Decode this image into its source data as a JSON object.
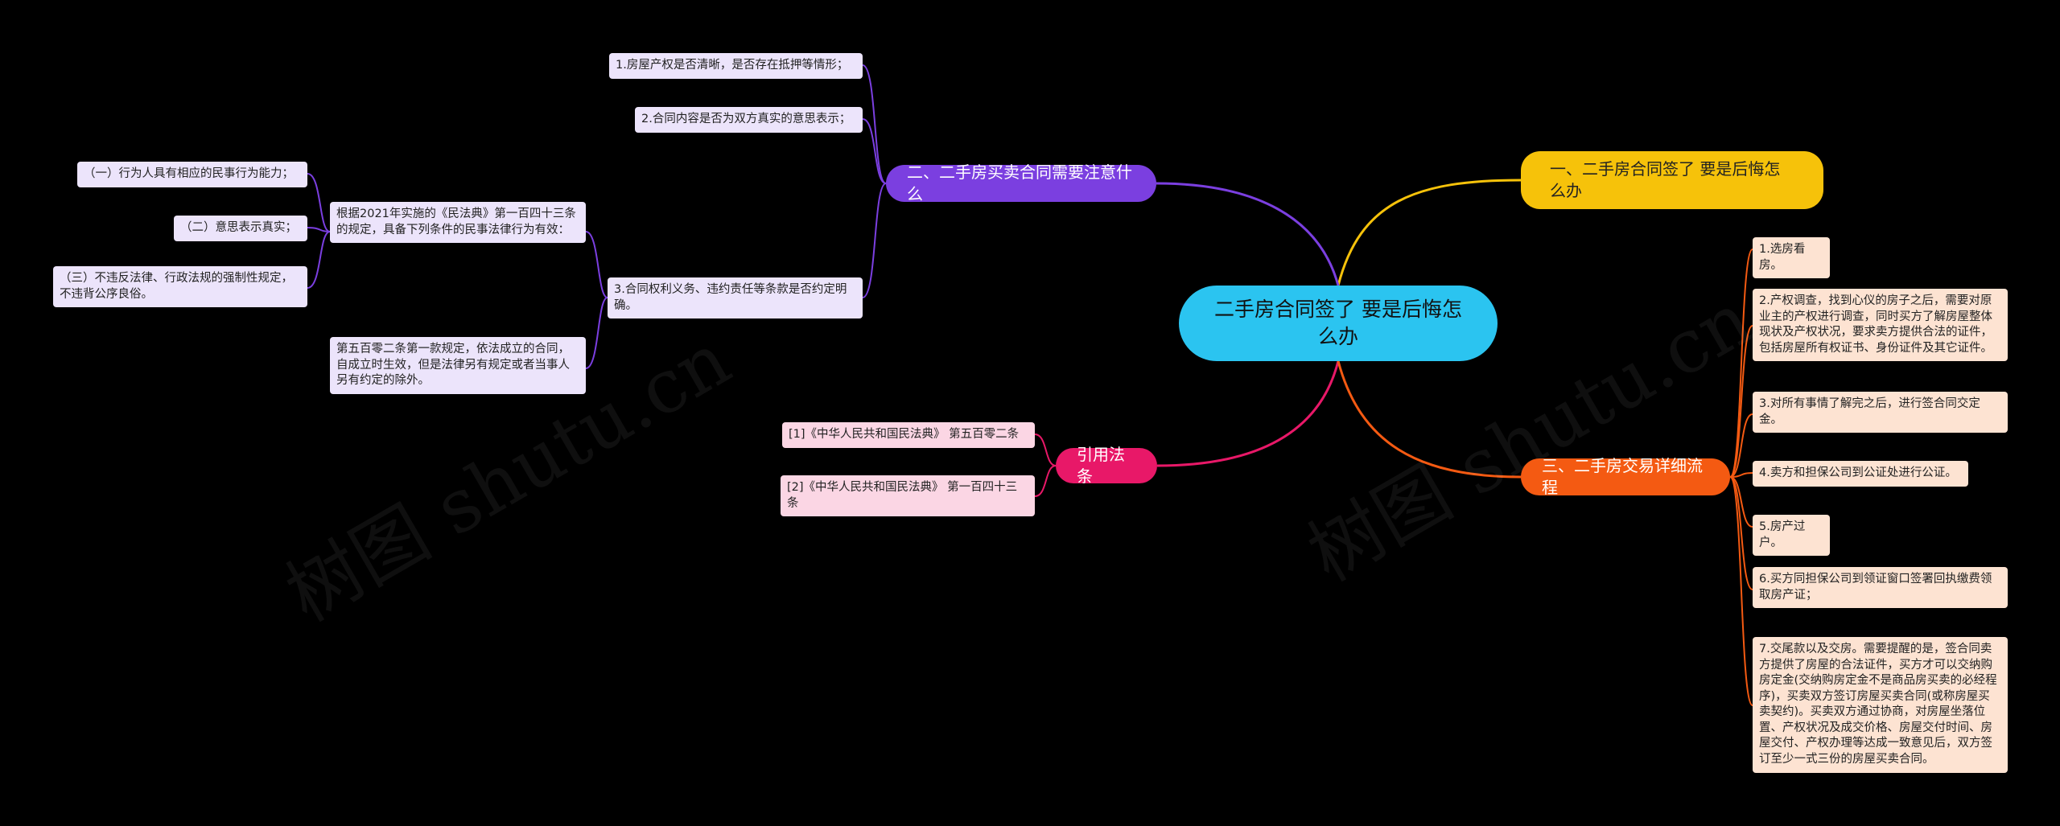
{
  "watermark": "树图 shutu.cn",
  "colors": {
    "background": "#000000",
    "root": "#2bc4f0",
    "yellow": "#f6c20a",
    "purple": "#7b3fe0",
    "pink": "#e81868",
    "orange": "#f45a12"
  },
  "root": {
    "label": "二手房合同签了 要是后悔怎么办"
  },
  "branch_regret": {
    "label": "一、二手房合同签了 要是后悔怎么办"
  },
  "branch_notes": {
    "label": "二、二手房买卖合同需要注意什么",
    "items": [
      "1.房屋产权是否清晰，是否存在抵押等情形；",
      "2.合同内容是否为双方真实的意思表示；",
      "3.合同权利义务、违约责任等条款是否约定明确。"
    ],
    "basis": "根据2021年实施的《民法典》第一百四十三条的规定，具备下列条件的民事法律行为有效：",
    "conditions": [
      "（一）行为人具有相应的民事行为能力；",
      "（二）意思表示真实；",
      "（三）不违反法律、行政法规的强制性规定，不违背公序良俗。"
    ],
    "article_502": "第五百零二条第一款规定，依法成立的合同，自成立时生效，但是法律另有规定或者当事人另有约定的除外。"
  },
  "branch_law": {
    "label": "引用法条",
    "items": [
      "[1]《中华人民共和国民法典》 第五百零二条",
      "[2]《中华人民共和国民法典》 第一百四十三条"
    ]
  },
  "branch_process": {
    "label": "三、二手房交易详细流程",
    "steps": [
      "1.选房看房。",
      "2.产权调查，找到心仪的房子之后，需要对原业主的产权进行调查，同时买方了解房屋整体现状及产权状况，要求卖方提供合法的证件，包括房屋所有权证书、身份证件及其它证件。",
      "3.对所有事情了解完之后，进行签合同交定金。",
      "4.卖方和担保公司到公证处进行公证。",
      "5.房产过户。",
      "6.买方同担保公司到领证窗口签署回执缴费领取房产证；",
      "7.交尾款以及交房。需要提醒的是，签合同卖方提供了房屋的合法证件，买方才可以交纳购房定金(交纳购房定金不是商品房买卖的必经程序)，买卖双方签订房屋买卖合同(或称房屋买卖契约)。买卖双方通过协商，对房屋坐落位置、产权状况及成交价格、房屋交付时间、房屋交付、产权办理等达成一致意见后，双方签订至少一式三份的房屋买卖合同。"
    ]
  }
}
